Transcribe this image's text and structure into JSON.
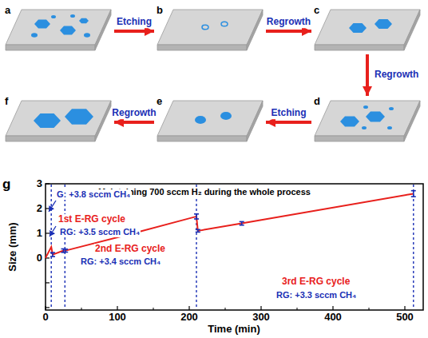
{
  "diagram": {
    "nodes": [
      {
        "text": [
          "a"
        ]
      },
      {
        "text": [
          "b"
        ]
      },
      {
        "text": [
          "c"
        ]
      },
      {
        "text": [
          "d"
        ]
      },
      {
        "text": [
          "e"
        ]
      },
      {
        "text": [
          "f"
        ]
      }
    ],
    "edges": [
      {
        "from": 0,
        "to": 1,
        "label": "Etching",
        "arrow": "to"
      },
      {
        "from": 1,
        "to": 2,
        "label": "Regrowth",
        "arrow": "to"
      },
      {
        "from": 2,
        "to": 3,
        "label": "Regrowth",
        "arrow": "to"
      },
      {
        "from": 3,
        "to": 4,
        "label": "Etching",
        "arrow": "to"
      },
      {
        "from": 4,
        "to": 5,
        "label": "Regrowth",
        "arrow": "to"
      }
    ],
    "labels": [
      "g",
      "3",
      "2",
      "1",
      "0",
      "0",
      "100",
      "200",
      "300",
      "400",
      "500",
      "Size (mm)",
      "Time (min)",
      "Maintaining 700 sccm H₂ during the whole process",
      "G: +3.8 sccm CH₄",
      "1st E-RG cycle",
      "RG: +3.5 sccm CH₄",
      "2nd E-RG cycle",
      "RG: +3.4 sccm CH₄",
      "3rd E-RG cycle",
      "RG: +3.3 sccm CH₄"
    ]
  }
}
